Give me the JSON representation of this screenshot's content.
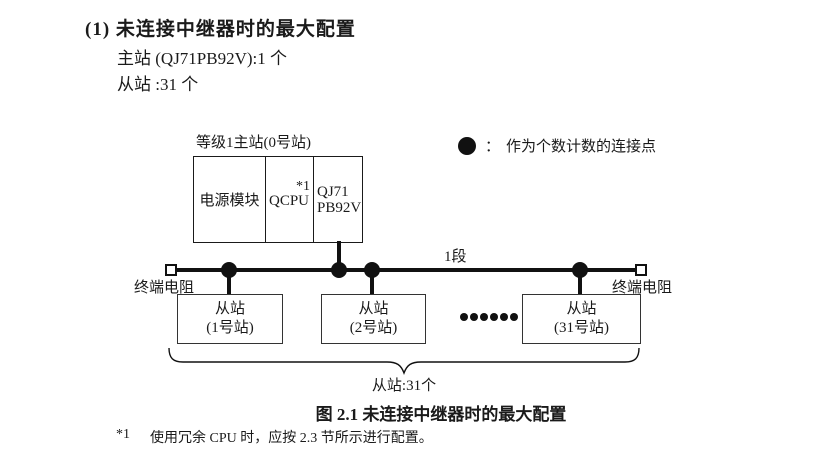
{
  "header": {
    "title": "(1) 未连接中继器时的最大配置",
    "master_count_line": "主站 (QJ71PB92V):1 个",
    "slave_count_line": "从站 :31 个"
  },
  "legend": {
    "symbol": "connection-point-dot",
    "separator": "：",
    "label": "作为个数计数的连接点"
  },
  "diagram": {
    "master_station": {
      "label": "等级1主站(0号站)",
      "modules": {
        "power": "电源模块",
        "cpu": "QCPU",
        "cpu_note_ref": "*1",
        "pb_line1": "QJ71",
        "pb_line2": "PB92V"
      }
    },
    "segment_label": "1段",
    "terminator_left": "终端电阻",
    "terminator_right": "终端电阻",
    "slaves": [
      {
        "line1": "从站",
        "line2": "(1号站)"
      },
      {
        "line1": "从站",
        "line2": "(2号站)"
      },
      {
        "line1": "从站",
        "line2": "(31号站)"
      }
    ],
    "ellipsis_dots": 6,
    "brace_label": "从站:31个"
  },
  "caption": "图 2.1 未连接中继器时的最大配置",
  "footnote": {
    "marker": "*1",
    "text": "使用冗余 CPU 时，应按 2.3 节所示进行配置。"
  },
  "colors": {
    "ink": "#1a1a1a",
    "line": "#111111",
    "background": "#ffffff"
  }
}
